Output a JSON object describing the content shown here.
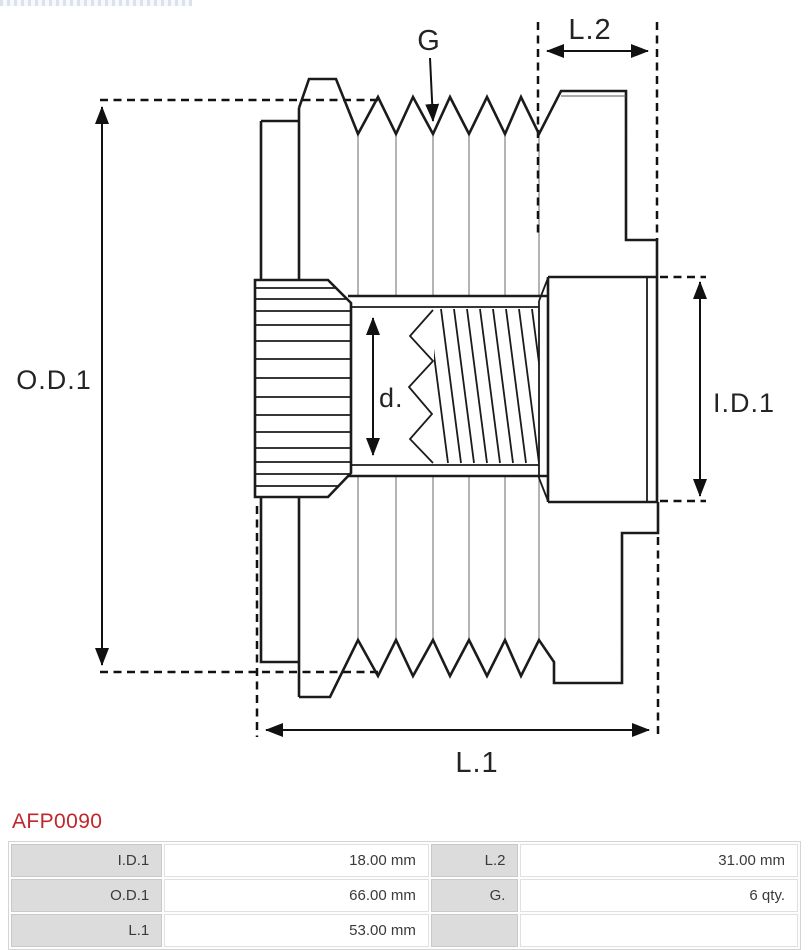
{
  "header": {
    "partial_logo_strip": "cropped-logo-strip"
  },
  "diagram": {
    "type": "technical-drawing-freewheel-alternator-pulley",
    "stroke_color": "#1b1b1b",
    "labels": {
      "g": "G",
      "l2": "L.2",
      "od1": "O.D.1",
      "id1": "I.D.1",
      "d": "d.",
      "l1": "L.1"
    }
  },
  "part_number": {
    "text": "AFP0090",
    "color": "#c0272d"
  },
  "spec_table": {
    "label_bg": "#dcdcdc",
    "rows": [
      {
        "c1_label": "I.D.1",
        "c1_value": "18.00 mm",
        "c2_label": "L.2",
        "c2_value": "31.00 mm"
      },
      {
        "c1_label": "O.D.1",
        "c1_value": "66.00 mm",
        "c2_label": "G.",
        "c2_value": "6 qty."
      },
      {
        "c1_label": "L.1",
        "c1_value": "53.00 mm",
        "c2_label": "",
        "c2_value": ""
      }
    ]
  }
}
